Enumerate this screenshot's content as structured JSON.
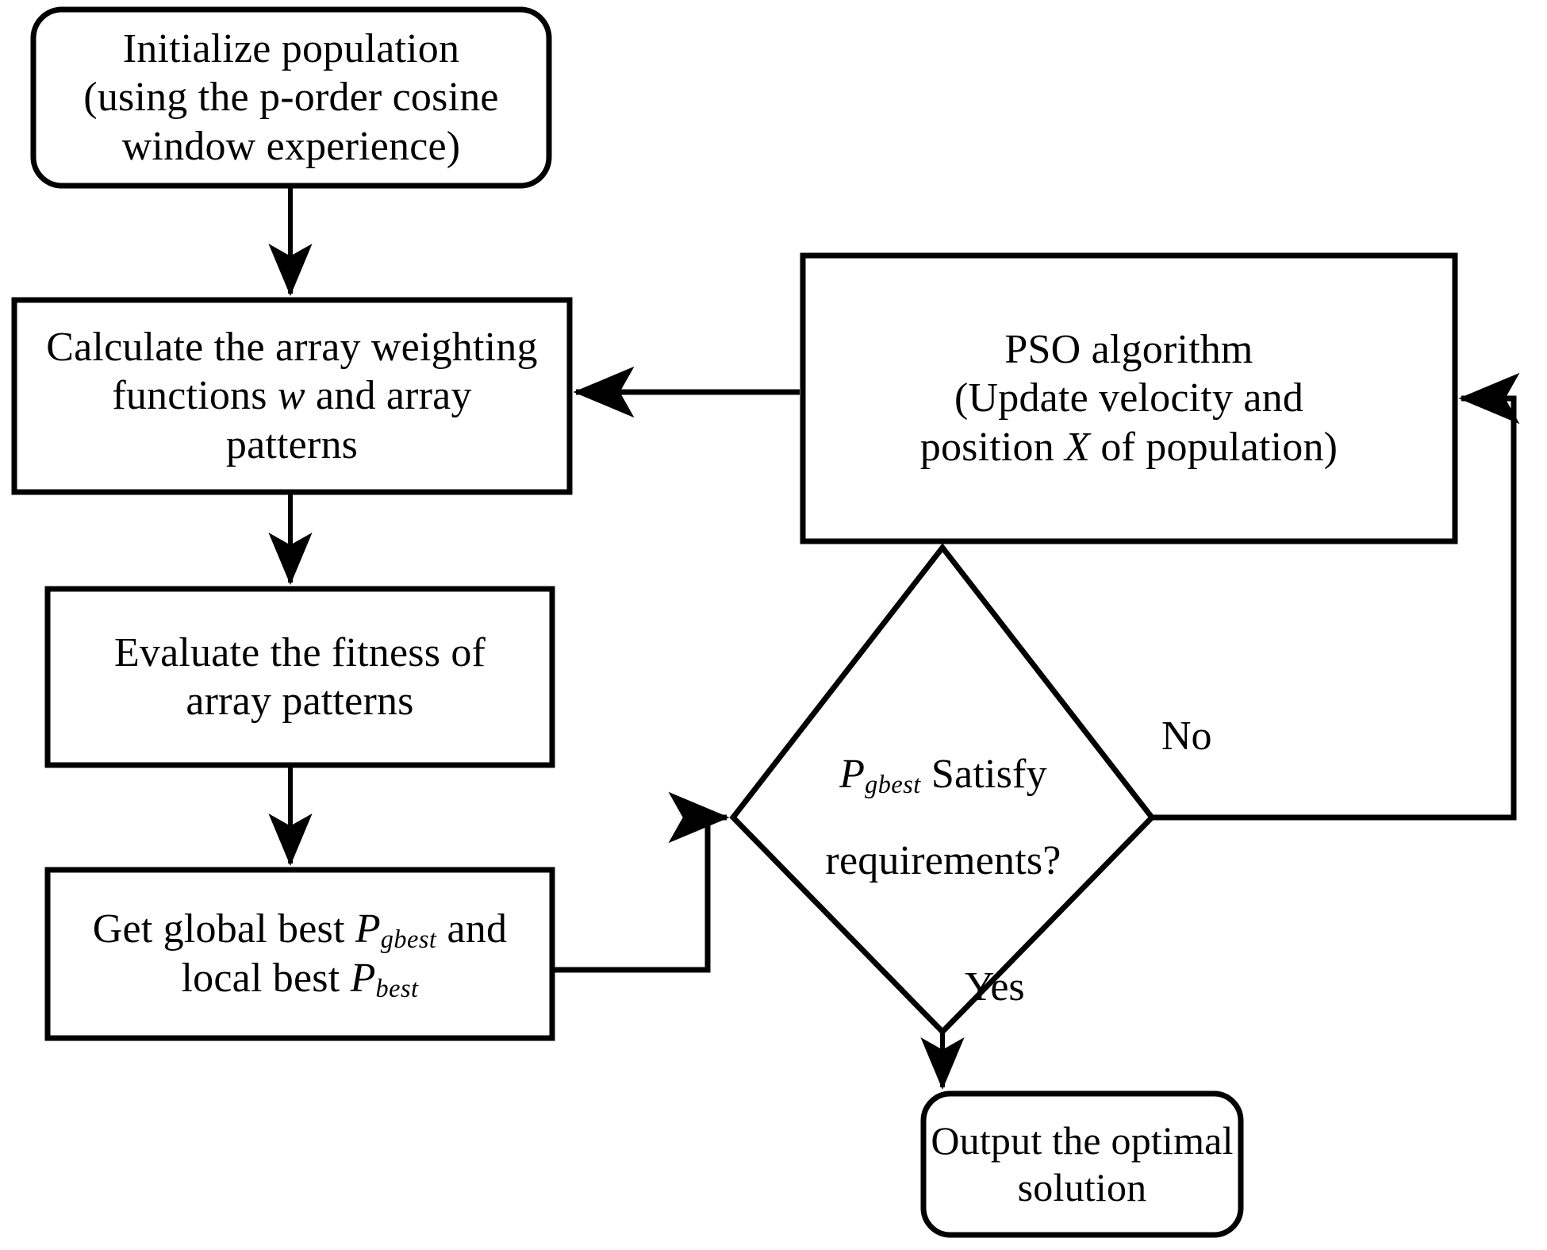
{
  "diagram": {
    "type": "flowchart",
    "title": "PSO-based array pattern optimization flowchart",
    "background_color": "#ffffff",
    "line_color": "#000000",
    "text_color": "#000000"
  },
  "nodes": {
    "initialize": {
      "shape": "rounded-rectangle",
      "lines": [
        "Initialize population",
        "(using the  p-order cosine",
        "window experience)"
      ]
    },
    "calculate": {
      "shape": "rectangle",
      "line1": "Calculate the array weighting",
      "line2_pre": "functions ",
      "line2_sym": "w",
      "line2_post": " and array",
      "line3": "patterns"
    },
    "evaluate": {
      "shape": "rectangle",
      "lines": [
        "Evaluate the fitness of",
        "array patterns"
      ]
    },
    "getbest": {
      "shape": "rectangle",
      "line1_pre": "Get global best  ",
      "line1_sym": "P",
      "line1_sub": "gbest",
      "line1_post": " and",
      "line2_pre": "local best ",
      "line2_sym": "P",
      "line2_sub": "best"
    },
    "pso": {
      "shape": "rectangle",
      "line1": "PSO algorithm",
      "line2": "(Update  velocity and",
      "line3_pre": "position ",
      "line3_sym": "X",
      "line3_post": " of population)"
    },
    "decision": {
      "shape": "diamond",
      "line1_sym": "P",
      "line1_sub": "gbest",
      "line1_post": " Satisfy",
      "line2": "requirements?"
    },
    "output": {
      "shape": "rounded-rectangle",
      "lines": [
        "Output the optimal",
        "solution"
      ]
    }
  },
  "edge_labels": {
    "no": "No",
    "yes": "Yes"
  },
  "edges": [
    {
      "from": "initialize",
      "to": "calculate",
      "label": ""
    },
    {
      "from": "calculate",
      "to": "evaluate",
      "label": ""
    },
    {
      "from": "evaluate",
      "to": "getbest",
      "label": ""
    },
    {
      "from": "getbest",
      "to": "decision",
      "label": ""
    },
    {
      "from": "decision",
      "to": "output",
      "label": "Yes"
    },
    {
      "from": "decision",
      "to": "pso",
      "label": "No"
    },
    {
      "from": "pso",
      "to": "calculate",
      "label": ""
    }
  ]
}
